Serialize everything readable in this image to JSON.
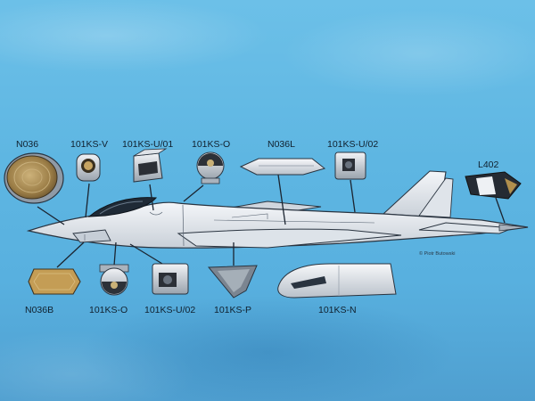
{
  "labels": {
    "n036": "N036",
    "ks_v": "101KS-V",
    "ks_u01": "101KS-U/01",
    "ks_o_top": "101KS-O",
    "n036l": "N036L",
    "ks_u02_top": "101KS-U/02",
    "l402": "L402",
    "n036b": "N036B",
    "ks_o_bottom": "101KS-O",
    "ks_u02_bottom": "101KS-U/02",
    "ks_p": "101KS-P",
    "ks_n": "101KS-N"
  },
  "credit": "© Piotr Butowski",
  "colors": {
    "background": "#5fb8e4",
    "aircraft": "#e9edf2",
    "outline": "#2a3440",
    "n036_face": "#b09155",
    "n036b_face": "#c9a55e"
  }
}
